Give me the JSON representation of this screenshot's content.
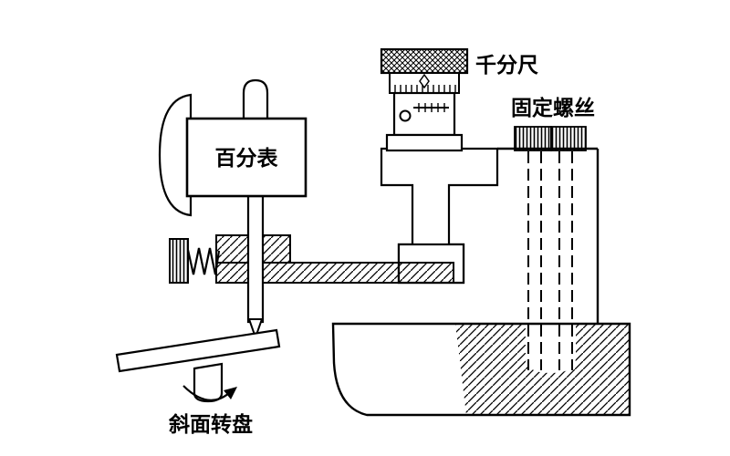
{
  "diagram": {
    "kind": "technical-line-drawing",
    "subject": "dial-indicator-and-micrometer-measurement-setup",
    "labels": {
      "micrometer": "千分尺",
      "fixing_screw": "固定螺丝",
      "dial_indicator": "百分表",
      "inclined_turntable": "斜面转盘"
    },
    "colors": {
      "line": "#000000",
      "background": "#ffffff"
    }
  }
}
